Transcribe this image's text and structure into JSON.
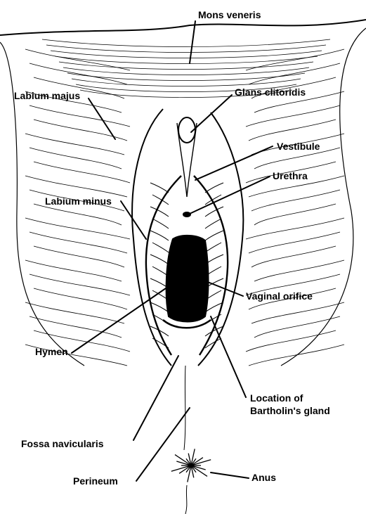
{
  "labels": {
    "mons_veneris": "Mons veneris",
    "labium_majus": "Labium majus",
    "glans_clitoridis": "Glans clitoridis",
    "vestibule": "Vestibule",
    "urethra": "Urethra",
    "labium_minus": "Labium minus",
    "vaginal_orifice": "Vaginal orifice",
    "hymen": "Hymen",
    "bartholin_line1": "Location of",
    "bartholin_line2": "Bartholin's gland",
    "fossa_navicularis": "Fossa navicularis",
    "perineum": "Perineum",
    "anus": "Anus"
  },
  "colors": {
    "ink": "#000000",
    "paper": "#ffffff"
  }
}
